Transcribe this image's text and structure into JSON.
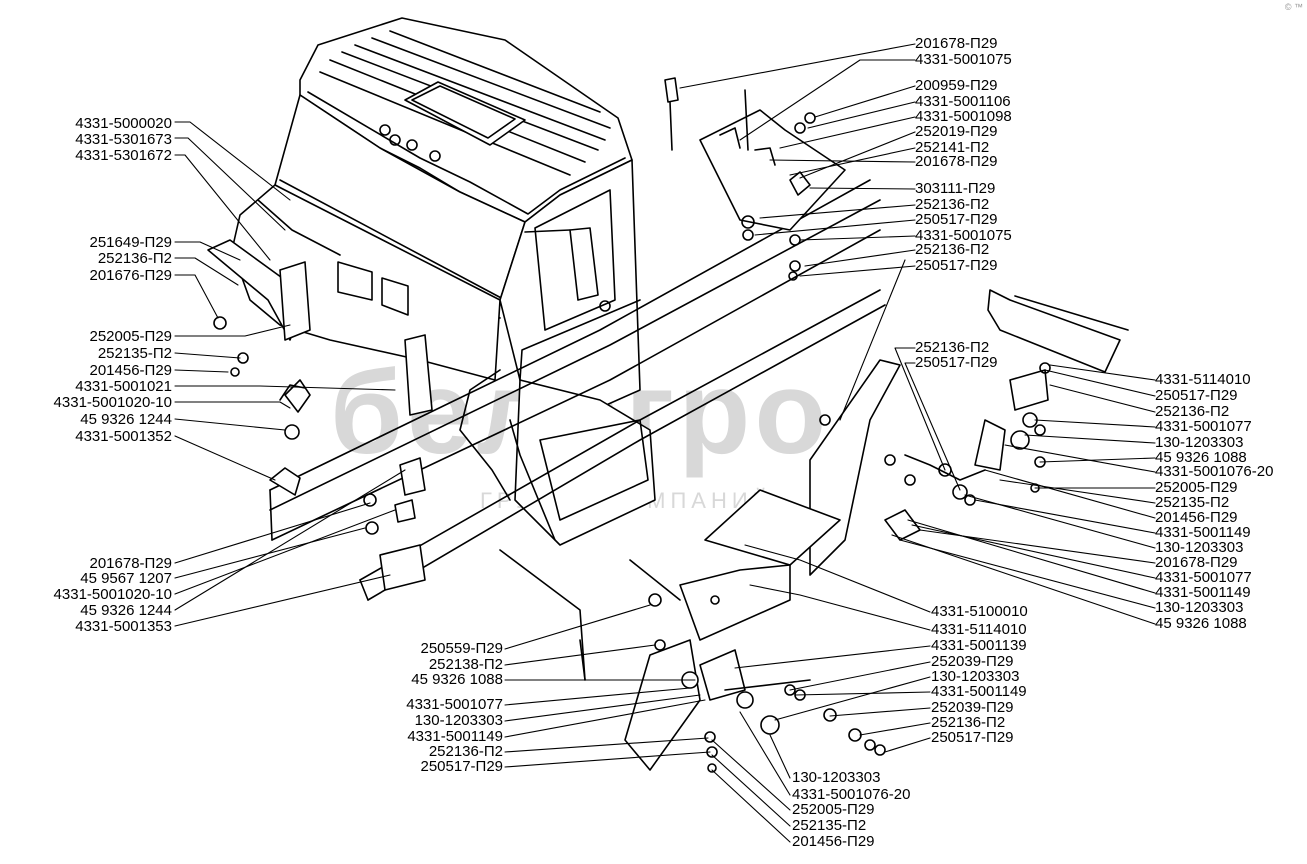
{
  "watermark": {
    "logo": "белагро",
    "subtitle": "ГРУППА КОМПАНИЙ"
  },
  "corner_mark": "© ™",
  "labels_left": [
    {
      "text": "4331-5000020"
    },
    {
      "text": "4331-5301673"
    },
    {
      "text": "4331-5301672"
    },
    {
      "text": "251649-П29"
    },
    {
      "text": "252136-П2"
    },
    {
      "text": "201676-П29"
    },
    {
      "text": "252005-П29"
    },
    {
      "text": "252135-П2"
    },
    {
      "text": "201456-П29"
    },
    {
      "text": "4331-5001021"
    },
    {
      "text": "4331-5001020-10"
    },
    {
      "text": "45 9326 1244"
    },
    {
      "text": "4331-5001352"
    },
    {
      "text": "201678-П29"
    },
    {
      "text": "45 9567 1207"
    },
    {
      "text": "4331-5001020-10"
    },
    {
      "text": "45 9326 1244"
    },
    {
      "text": "4331-5001353"
    }
  ],
  "labels_top_right": [
    {
      "text": "201678-П29"
    },
    {
      "text": "4331-5001075"
    },
    {
      "text": "200959-П29"
    },
    {
      "text": "4331-5001106"
    },
    {
      "text": "4331-5001098"
    },
    {
      "text": "252019-П29"
    },
    {
      "text": "252141-П2"
    },
    {
      "text": "201678-П29"
    },
    {
      "text": "303111-П29"
    },
    {
      "text": "252136-П2"
    },
    {
      "text": "250517-П29"
    },
    {
      "text": "4331-5001075"
    },
    {
      "text": "252136-П2"
    },
    {
      "text": "250517-П29"
    }
  ],
  "labels_mid_right": [
    {
      "text": "252136-П2"
    },
    {
      "text": "250517-П29"
    }
  ],
  "labels_far_right": [
    {
      "text": "4331-5114010"
    },
    {
      "text": "250517-П29"
    },
    {
      "text": "252136-П2"
    },
    {
      "text": "4331-5001077"
    },
    {
      "text": "130-1203303"
    },
    {
      "text": "45 9326 1088"
    },
    {
      "text": "4331-5001076-20"
    },
    {
      "text": "252005-П29"
    },
    {
      "text": "252135-П2"
    },
    {
      "text": "201456-П29"
    },
    {
      "text": "4331-5001149"
    },
    {
      "text": "130-1203303"
    },
    {
      "text": "201678-П29"
    },
    {
      "text": "4331-5001077"
    },
    {
      "text": "4331-5001149"
    },
    {
      "text": "130-1203303"
    },
    {
      "text": "45 9326 1088"
    }
  ],
  "labels_center_right": [
    {
      "text": "4331-5100010"
    },
    {
      "text": "4331-5114010"
    },
    {
      "text": "4331-5001139"
    },
    {
      "text": "252039-П29"
    },
    {
      "text": "130-1203303"
    },
    {
      "text": "4331-5001149"
    },
    {
      "text": "252039-П29"
    },
    {
      "text": "252136-П2"
    },
    {
      "text": "250517-П29"
    }
  ],
  "labels_bottom_left": [
    {
      "text": "250559-П29"
    },
    {
      "text": "252138-П2"
    },
    {
      "text": "45 9326 1088"
    },
    {
      "text": "4331-5001077"
    },
    {
      "text": "130-1203303"
    },
    {
      "text": "4331-5001149"
    },
    {
      "text": "252136-П2"
    },
    {
      "text": "250517-П29"
    }
  ],
  "labels_bottom": [
    {
      "text": "130-1203303"
    },
    {
      "text": "4331-5001076-20"
    },
    {
      "text": "252005-П29"
    },
    {
      "text": "252135-П2"
    },
    {
      "text": "201456-П29"
    }
  ]
}
